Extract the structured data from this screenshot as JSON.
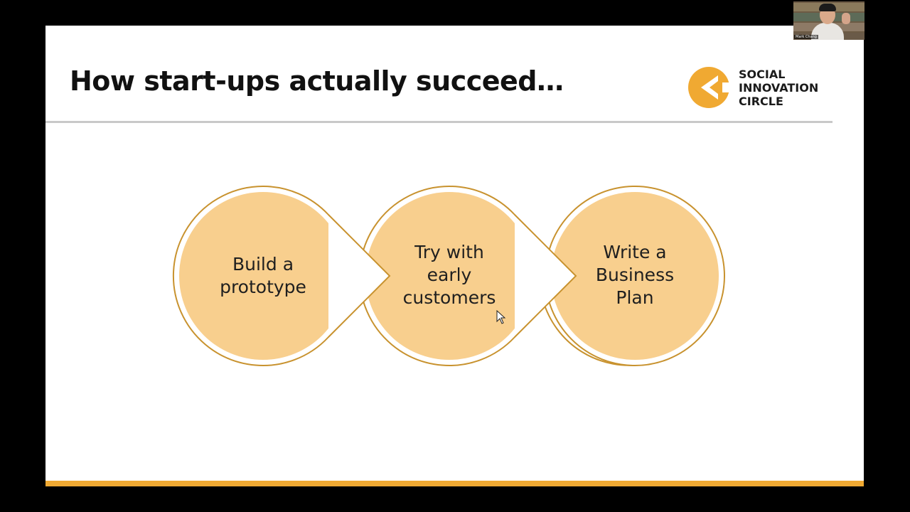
{
  "slide": {
    "title": "How start-ups actually succeed…",
    "logo": {
      "lines": [
        "SOCIAL",
        "INNOVATION",
        "CIRCLE"
      ],
      "color": "#f0a932"
    },
    "steps": [
      {
        "lines": [
          "Build a",
          "prototype"
        ]
      },
      {
        "lines": [
          "Try with",
          "early",
          "customers"
        ]
      },
      {
        "lines": [
          "Write a",
          "Business",
          "Plan"
        ]
      }
    ],
    "colors": {
      "accent": "#f0a932",
      "circle_fill": "#f8cf8e",
      "circle_outline": "#c8922e",
      "rule": "#c9c9c9"
    }
  },
  "video": {
    "participant_name": "Mark Chang"
  }
}
